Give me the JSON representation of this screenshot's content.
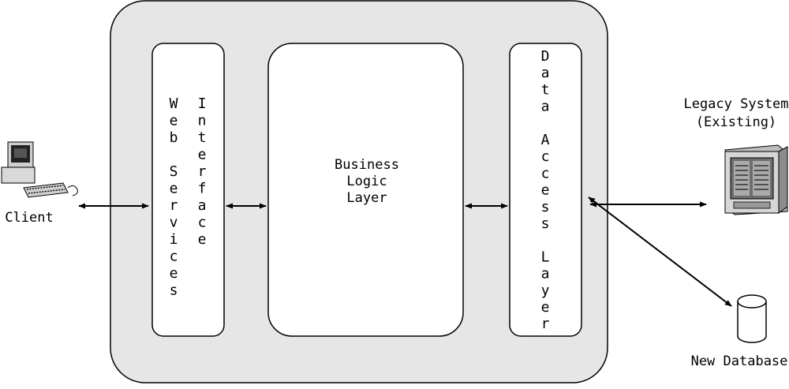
{
  "labels": {
    "client": "Client",
    "business_logic": [
      "Business",
      "Logic",
      "Layer"
    ],
    "web_services_col1": [
      "W",
      "e",
      "b",
      "",
      "S",
      "e",
      "r",
      "v",
      "i",
      "c",
      "e",
      "s"
    ],
    "web_services_col2": [
      "I",
      "n",
      "t",
      "e",
      "r",
      "f",
      "a",
      "c",
      "e"
    ],
    "data_access": [
      "D",
      "a",
      "t",
      "a",
      "",
      "A",
      "c",
      "c",
      "e",
      "s",
      "s",
      "",
      "L",
      "a",
      "y",
      "e",
      "r"
    ],
    "legacy_system": [
      "Legacy System",
      "(Existing)"
    ],
    "new_database": "New Database"
  },
  "icons": {
    "client": "desktop-computer-icon",
    "legacy": "server-tower-icon",
    "database": "database-cylinder-icon"
  },
  "colors": {
    "container_fill": "#e6e6e6",
    "box_fill": "#ffffff",
    "stroke": "#000000"
  }
}
